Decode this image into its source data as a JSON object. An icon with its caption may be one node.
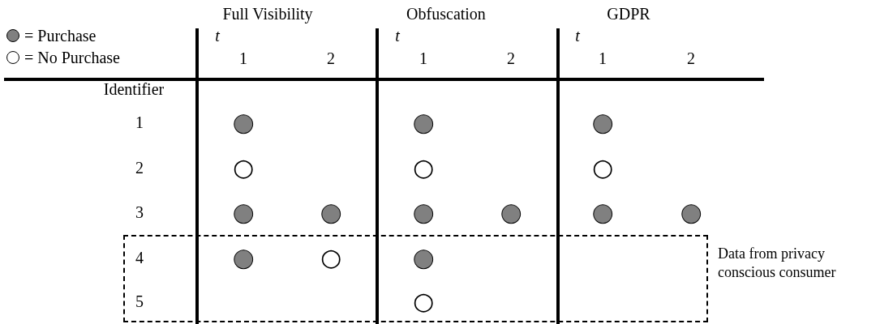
{
  "diagram": {
    "nodes": [
      {
        "text": [],
        "shape": "box",
        "beside": [
          "Data from privacy conscious consumer"
        ]
      }
    ],
    "edges": [],
    "labels": [
      "Full Visibility",
      "Obfuscation",
      "GDPR",
      "t",
      "t",
      "t",
      "1",
      "2",
      "1",
      "2",
      "1",
      "2",
      "Identifier",
      "1",
      "●",
      "●",
      "●",
      "2",
      "○",
      "○",
      "○",
      "3",
      "●",
      "●",
      "●",
      "●",
      "●",
      "●",
      "4",
      "●",
      "○",
      "●",
      "5",
      "○"
    ],
    "legend": [
      {
        "text": "= Purchase",
        "color": "#808080"
      },
      {
        "text": "= No Purchase",
        "color": "#ffffff"
      }
    ]
  }
}
